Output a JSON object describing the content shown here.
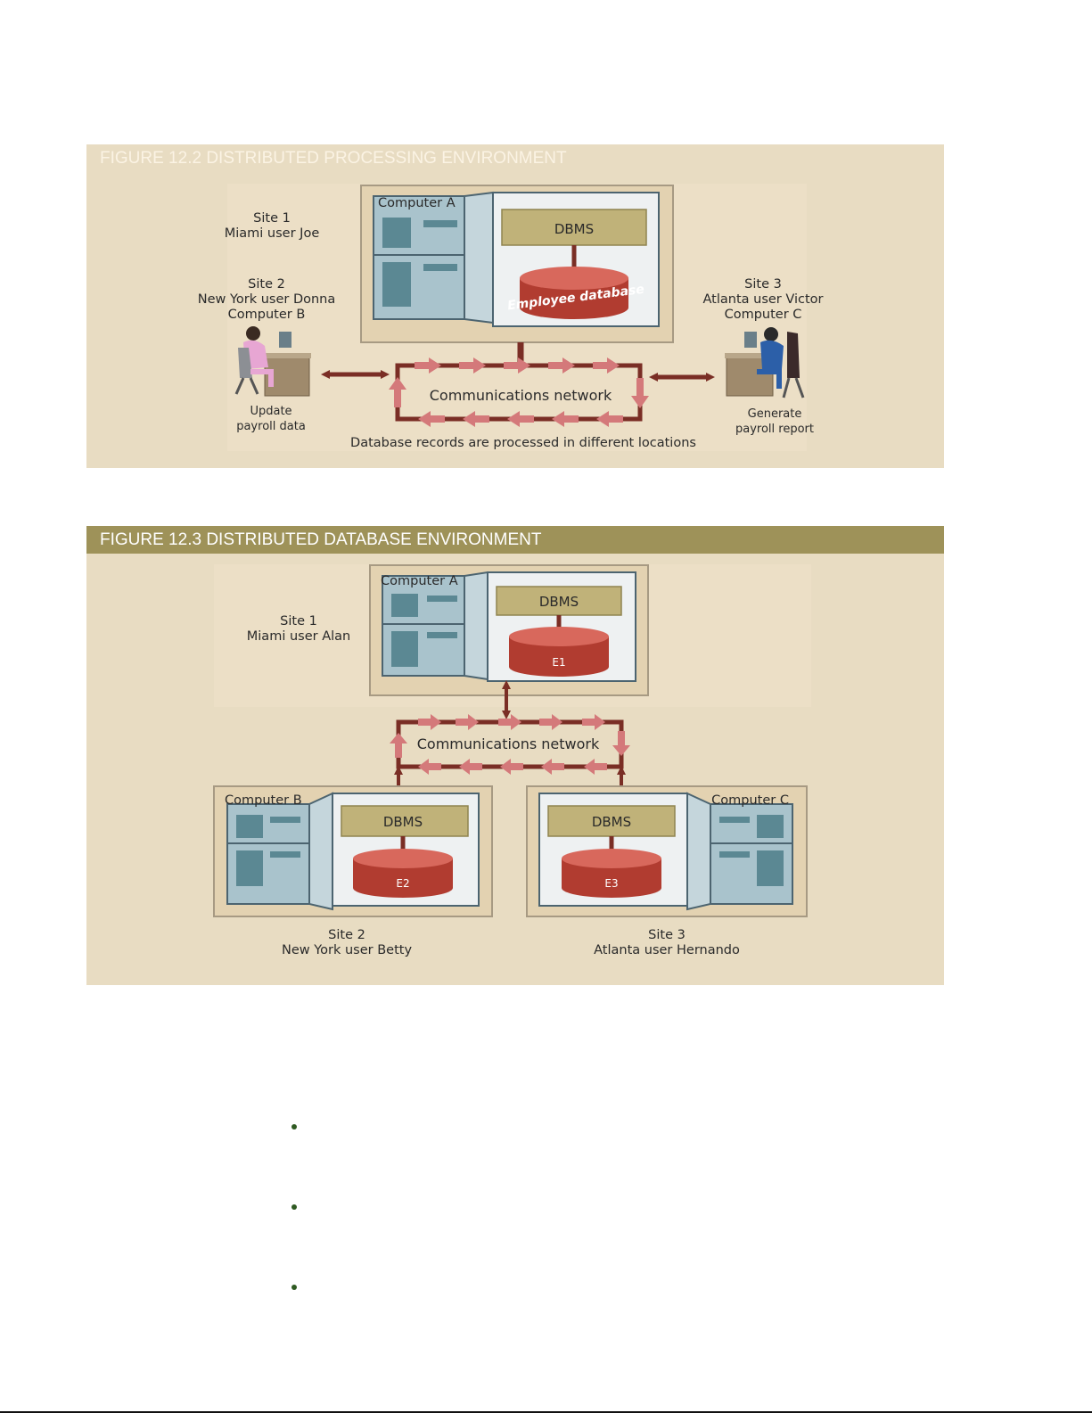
{
  "figure_12_2": {
    "title": "FIGURE 12.2  DISTRIBUTED PROCESSING ENVIRONMENT",
    "computer_a_label": "Computer A",
    "dbms_label": "DBMS",
    "database_label": "Employee database",
    "site1": {
      "line1": "Site 1",
      "line2": "Miami user Joe"
    },
    "site2": {
      "line1": "Site 2",
      "line2": "New York user Donna",
      "line3": "Computer B"
    },
    "site3": {
      "line1": "Site 3",
      "line2": "Atlanta user Victor",
      "line3": "Computer C"
    },
    "network_label": "Communications network",
    "left_action": {
      "line1": "Update",
      "line2": "payroll data"
    },
    "right_action": {
      "line1": "Generate",
      "line2": "payroll report"
    },
    "caption": "Database records are processed in different locations"
  },
  "figure_12_3": {
    "title": "FIGURE 12.3  DISTRIBUTED DATABASE ENVIRONMENT",
    "computer_a_label": "Computer A",
    "computer_b_label": "Computer B",
    "computer_c_label": "Computer C",
    "dbms_label": "DBMS",
    "db_e1": "E1",
    "db_e2": "E2",
    "db_e3": "E3",
    "network_label": "Communications network",
    "site1": {
      "line1": "Site 1",
      "line2": "Miami user Alan"
    },
    "site2": {
      "line1": "Site 2",
      "line2": "New York user Betty"
    },
    "site3": {
      "line1": "Site 3",
      "line2": "Atlanta user Hernando"
    }
  },
  "colors": {
    "panel_bg": "#e8dcc2",
    "banner": "#9e9259",
    "dbms_box": "#c0b279",
    "database_red": "#c0473a",
    "network_dark": "#7a2e25",
    "network_arrow": "#d4797a",
    "cabinet_blue": "#a9c3cc"
  }
}
